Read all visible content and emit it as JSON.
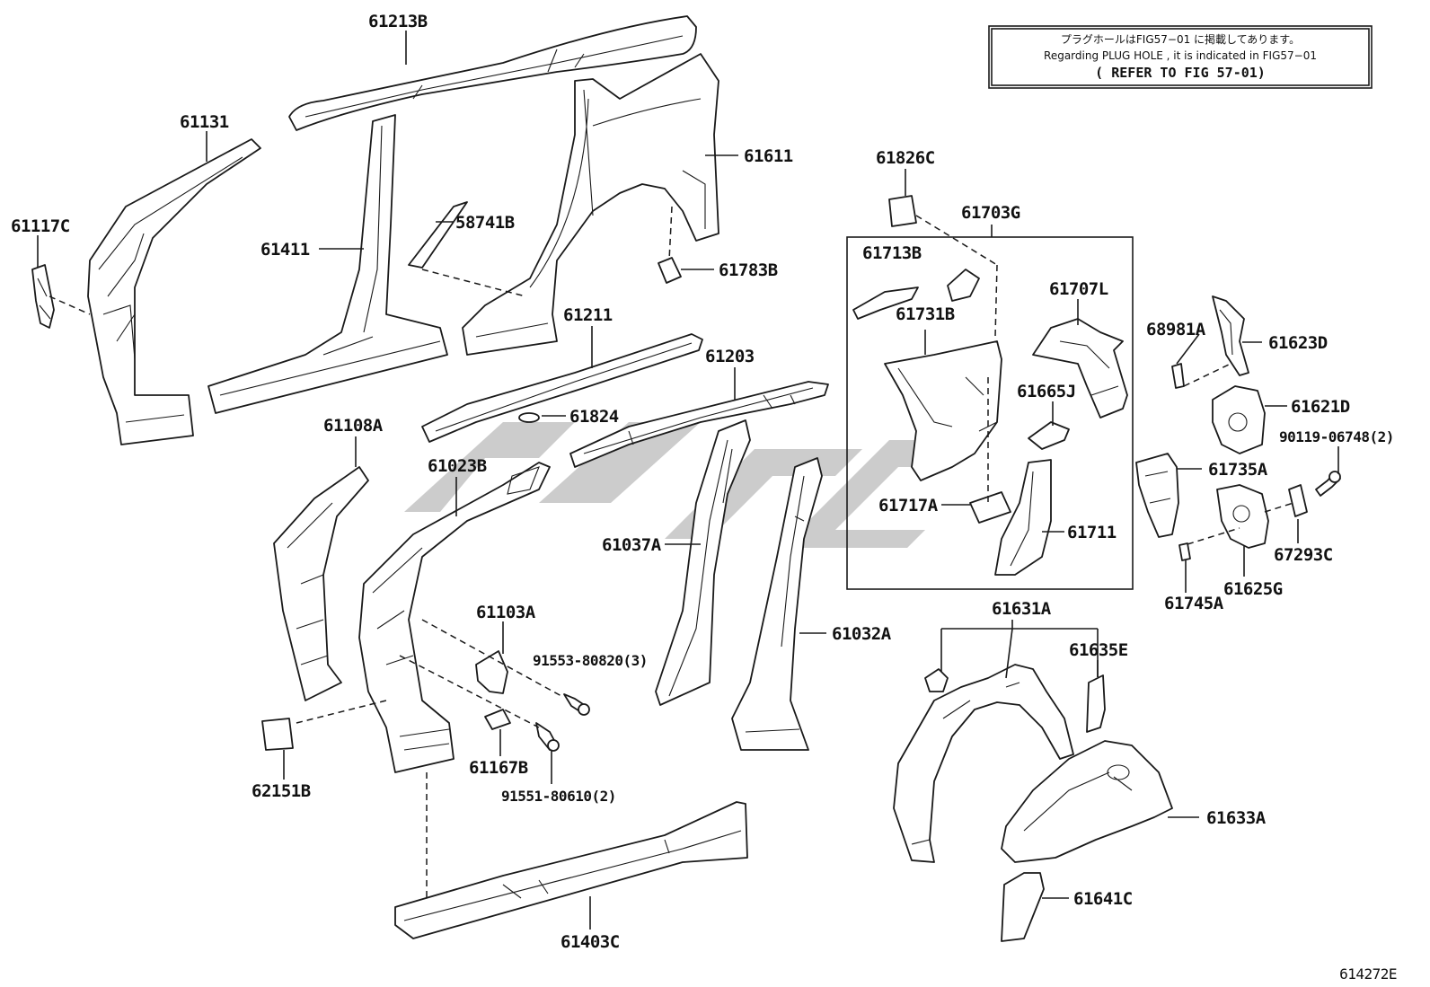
{
  "note": {
    "line_jp": "プラグホールはFIG57−01 に掲載してあります。",
    "line_en": "Regarding PLUG HOLE , it is indicated in FIG57−01",
    "line_ref": "( REFER TO FIG 57-01)"
  },
  "figure_id": "614272E",
  "part_labels": {
    "p61213B": "61213B",
    "p61131": "61131",
    "p61117C": "61117C",
    "p61411": "61411",
    "p58741B": "58741B",
    "p61611": "61611",
    "p61783B": "61783B",
    "p61826C": "61826C",
    "p61703G": "61703G",
    "p61713B": "61713B",
    "p61731B": "61731B",
    "p61707L": "61707L",
    "p61665J": "61665J",
    "p61717A": "61717A",
    "p61711": "61711",
    "p61211": "61211",
    "p61203": "61203",
    "p61824": "61824",
    "p61108A": "61108A",
    "p61023B": "61023B",
    "p61037A": "61037A",
    "p61032A": "61032A",
    "p61103A": "61103A",
    "p91553": "91553-80820(3)",
    "p62151B": "62151B",
    "p61167B": "61167B",
    "p91551": "91551-80610(2)",
    "p61403C": "61403C",
    "p68981A": "68981A",
    "p61623D": "61623D",
    "p61621D": "61621D",
    "p90119": "90119-06748(2)",
    "p61735A": "61735A",
    "p67293C": "67293C",
    "p61745A": "61745A",
    "p61625G": "61625G",
    "p61631A": "61631A",
    "p61635E": "61635E",
    "p61633A": "61633A",
    "p61641C": "61641C"
  }
}
